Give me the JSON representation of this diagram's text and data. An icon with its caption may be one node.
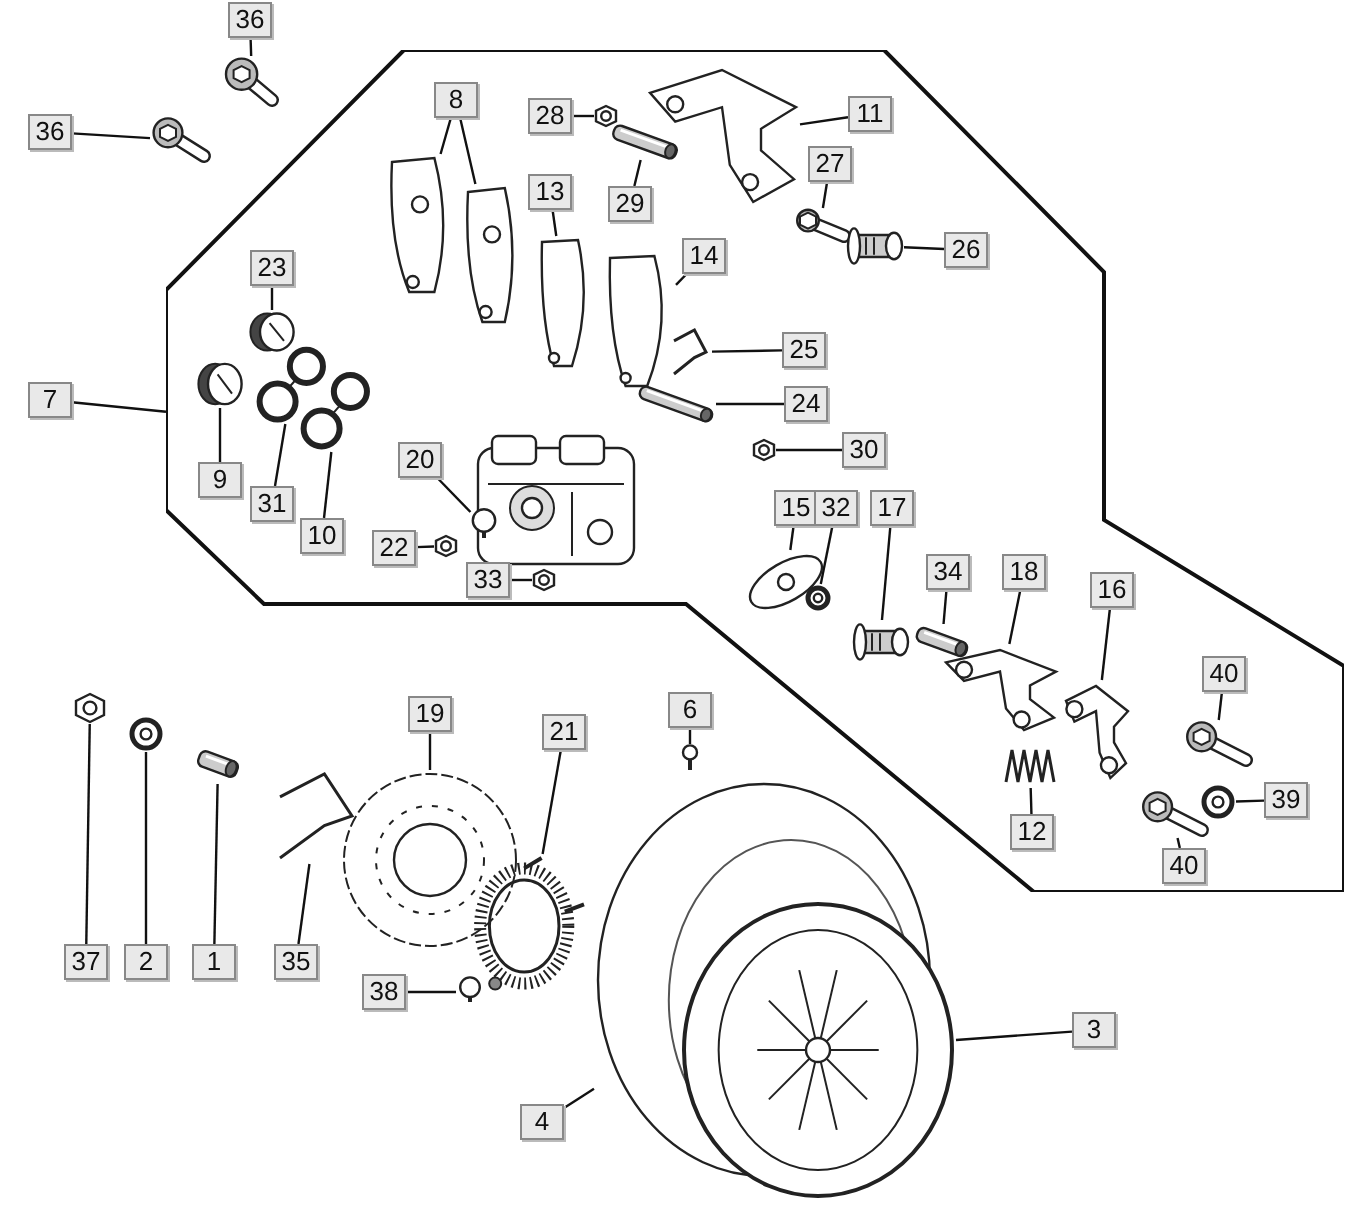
{
  "diagram": {
    "nodes": [
      {
        "text": [
          "36"
        ]
      },
      {
        "text": [],
        "shape": "picture"
      },
      {
        "text": [
          "36"
        ]
      },
      {
        "text": [],
        "shape": "picture"
      },
      {
        "text": [],
        "shape": "box"
      },
      {
        "text": [
          "7"
        ]
      },
      {
        "text": [
          "8"
        ],
        "in": 4
      },
      {
        "text": [],
        "shape": "picture",
        "in": 4
      },
      {
        "text": [],
        "shape": "picture",
        "in": 4
      },
      {
        "text": [
          "28"
        ],
        "in": 4
      },
      {
        "text": [],
        "shape": "picture",
        "in": 4
      },
      {
        "text": [
          "29"
        ],
        "in": 4
      },
      {
        "text": [],
        "shape": "picture",
        "in": 4
      },
      {
        "text": [
          "11"
        ],
        "in": 4
      },
      {
        "text": [],
        "shape": "picture",
        "in": 4
      },
      {
        "text": [
          "13"
        ],
        "in": 4
      },
      {
        "text": [],
        "shape": "picture",
        "in": 4
      },
      {
        "text": [
          "14"
        ],
        "in": 4
      },
      {
        "text": [],
        "shape": "picture",
        "in": 4
      },
      {
        "text": [
          "27"
        ],
        "in": 4
      },
      {
        "text": [],
        "shape": "picture",
        "in": 4
      },
      {
        "text": [
          "26"
        ],
        "in": 4
      },
      {
        "text": [],
        "shape": "picture",
        "in": 4
      },
      {
        "text": [
          "23"
        ],
        "in": 4
      },
      {
        "text": [],
        "shape": "picture",
        "in": 4
      },
      {
        "text": [
          "25"
        ],
        "in": 4
      },
      {
        "text": [],
        "shape": "picture",
        "in": 4
      },
      {
        "text": [
          "24"
        ],
        "in": 4
      },
      {
        "text": [],
        "shape": "picture",
        "in": 4
      },
      {
        "text": [
          "30"
        ],
        "in": 4
      },
      {
        "text": [],
        "shape": "picture",
        "in": 4
      },
      {
        "text": [
          "9"
        ],
        "in": 4
      },
      {
        "text": [],
        "shape": "picture",
        "in": 4
      },
      {
        "text": [
          "31"
        ],
        "in": 4
      },
      {
        "text": [],
        "shape": "picture",
        "in": 4
      },
      {
        "text": [
          "10"
        ],
        "in": 4
      },
      {
        "text": [],
        "shape": "picture",
        "in": 4
      },
      {
        "text": [
          "20"
        ],
        "in": 4
      },
      {
        "text": [],
        "shape": "picture",
        "in": 4
      },
      {
        "text": [
          "22"
        ],
        "in": 4
      },
      {
        "text": [],
        "shape": "picture",
        "in": 4
      },
      {
        "text": [
          "33"
        ],
        "in": 4
      },
      {
        "text": [],
        "shape": "picture",
        "in": 4
      },
      {
        "text": [
          "15"
        ],
        "in": 4
      },
      {
        "text": [],
        "shape": "picture",
        "in": 4
      },
      {
        "text": [
          "32"
        ],
        "in": 4
      },
      {
        "text": [],
        "shape": "picture",
        "in": 4
      },
      {
        "text": [
          "17"
        ],
        "in": 4
      },
      {
        "text": [],
        "shape": "picture",
        "in": 4
      },
      {
        "text": [
          "34"
        ],
        "in": 4
      },
      {
        "text": [],
        "shape": "picture",
        "in": 4
      },
      {
        "text": [
          "18"
        ],
        "in": 4
      },
      {
        "text": [],
        "shape": "picture",
        "in": 4
      },
      {
        "text": [
          "16"
        ],
        "in": 4
      },
      {
        "text": [],
        "shape": "picture",
        "in": 4
      },
      {
        "text": [
          "40"
        ],
        "in": 4
      },
      {
        "text": [],
        "shape": "picture",
        "in": 4
      },
      {
        "text": [
          "39"
        ],
        "in": 4
      },
      {
        "text": [],
        "shape": "picture",
        "in": 4
      },
      {
        "text": [
          "40"
        ],
        "in": 4
      },
      {
        "text": [],
        "shape": "picture",
        "in": 4
      },
      {
        "text": [
          "12"
        ],
        "in": 4
      },
      {
        "text": [],
        "shape": "picture",
        "in": 4
      },
      {
        "text": [
          "37"
        ]
      },
      {
        "text": [],
        "shape": "picture"
      },
      {
        "text": [
          "2"
        ]
      },
      {
        "text": [],
        "shape": "picture"
      },
      {
        "text": [
          "1"
        ]
      },
      {
        "text": [],
        "shape": "picture"
      },
      {
        "text": [
          "35"
        ]
      },
      {
        "text": [],
        "shape": "picture"
      },
      {
        "text": [
          "19"
        ]
      },
      {
        "text": [],
        "shape": "picture"
      },
      {
        "text": [
          "21"
        ]
      },
      {
        "text": [],
        "shape": "picture"
      },
      {
        "text": [
          "6"
        ]
      },
      {
        "text": [],
        "shape": "picture"
      },
      {
        "text": [
          "38"
        ]
      },
      {
        "text": [],
        "shape": "picture"
      },
      {
        "text": [
          "4"
        ]
      },
      {
        "text": [],
        "shape": "picture"
      },
      {
        "text": [
          "3"
        ]
      },
      {
        "text": [],
        "shape": "picture"
      }
    ],
    "edges": [
      {
        "from": 0,
        "to": 1,
        "arrow": "none"
      },
      {
        "from": 2,
        "to": 3,
        "arrow": "none"
      },
      {
        "from": 5,
        "to": 4,
        "arrow": "none"
      },
      {
        "from": 6,
        "to": 7,
        "arrow": "none"
      },
      {
        "from": 6,
        "to": 8,
        "arrow": "none"
      },
      {
        "from": 9,
        "to": 10,
        "arrow": "none"
      },
      {
        "from": 11,
        "to": 12,
        "arrow": "none"
      },
      {
        "from": 13,
        "to": 14,
        "arrow": "none"
      },
      {
        "from": 15,
        "to": 16,
        "arrow": "none"
      },
      {
        "from": 17,
        "to": 18,
        "arrow": "none"
      },
      {
        "from": 19,
        "to": 20,
        "arrow": "none"
      },
      {
        "from": 21,
        "to": 22,
        "arrow": "none"
      },
      {
        "from": 23,
        "to": 24,
        "arrow": "none"
      },
      {
        "from": 25,
        "to": 26,
        "arrow": "none"
      },
      {
        "from": 27,
        "to": 28,
        "arrow": "none"
      },
      {
        "from": 29,
        "to": 30,
        "arrow": "none"
      },
      {
        "from": 31,
        "to": 32,
        "arrow": "none"
      },
      {
        "from": 33,
        "to": 34,
        "arrow": "none"
      },
      {
        "from": 35,
        "to": 36,
        "arrow": "none"
      },
      {
        "from": 37,
        "to": 38,
        "arrow": "none"
      },
      {
        "from": 39,
        "to": 40,
        "arrow": "none"
      },
      {
        "from": 41,
        "to": 42,
        "arrow": "none"
      },
      {
        "from": 43,
        "to": 44,
        "arrow": "none"
      },
      {
        "from": 45,
        "to": 46,
        "arrow": "none"
      },
      {
        "from": 47,
        "to": 48,
        "arrow": "none"
      },
      {
        "from": 49,
        "to": 50,
        "arrow": "none"
      },
      {
        "from": 51,
        "to": 52,
        "arrow": "none"
      },
      {
        "from": 53,
        "to": 54,
        "arrow": "none"
      },
      {
        "from": 55,
        "to": 56,
        "arrow": "none"
      },
      {
        "from": 57,
        "to": 58,
        "arrow": "none"
      },
      {
        "from": 59,
        "to": 60,
        "arrow": "none"
      },
      {
        "from": 61,
        "to": 62,
        "arrow": "none"
      },
      {
        "from": 63,
        "to": 64,
        "arrow": "none"
      },
      {
        "from": 65,
        "to": 66,
        "arrow": "none"
      },
      {
        "from": 67,
        "to": 68,
        "arrow": "none"
      },
      {
        "from": 69,
        "to": 70,
        "arrow": "none"
      },
      {
        "from": 71,
        "to": 72,
        "arrow": "none"
      },
      {
        "from": 73,
        "to": 74,
        "arrow": "none"
      },
      {
        "from": 75,
        "to": 76,
        "arrow": "none"
      },
      {
        "from": 77,
        "to": 78,
        "arrow": "none"
      },
      {
        "from": 79,
        "to": 80,
        "arrow": "none"
      },
      {
        "from": 81,
        "to": 82,
        "arrow": "none"
      }
    ]
  }
}
